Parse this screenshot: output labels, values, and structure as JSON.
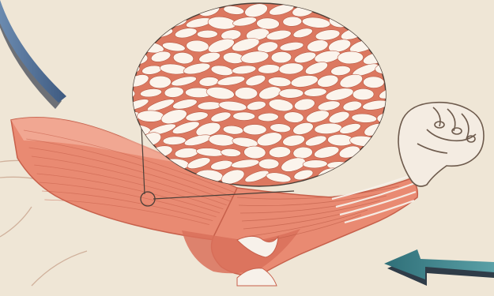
{
  "illustration": {
    "subject": "arm-muscle-with-magnified-fibers",
    "colors": {
      "paper": "#efe6d6",
      "muscle": "#e98a72",
      "muscle_dark": "#c7604b",
      "muscle_light": "#f3b39f",
      "skin_outline": "#b8876e",
      "fiber_cell": "#fbf4ec",
      "fiber_matrix": "#dc7860",
      "tendon": "#f7f1ea",
      "hand": "#f4ece2",
      "hand_outline": "#6d5a4c",
      "arrow_top_left": "#4f6b8f",
      "arrow_top_left_shadow": "#6d7076",
      "arrow_bottom_right": "#3b7f86",
      "arrow_bottom_right_shadow": "#2f3c48"
    },
    "icons": [
      "arrow-icon-top-left",
      "arrow-icon-bottom-right"
    ]
  }
}
